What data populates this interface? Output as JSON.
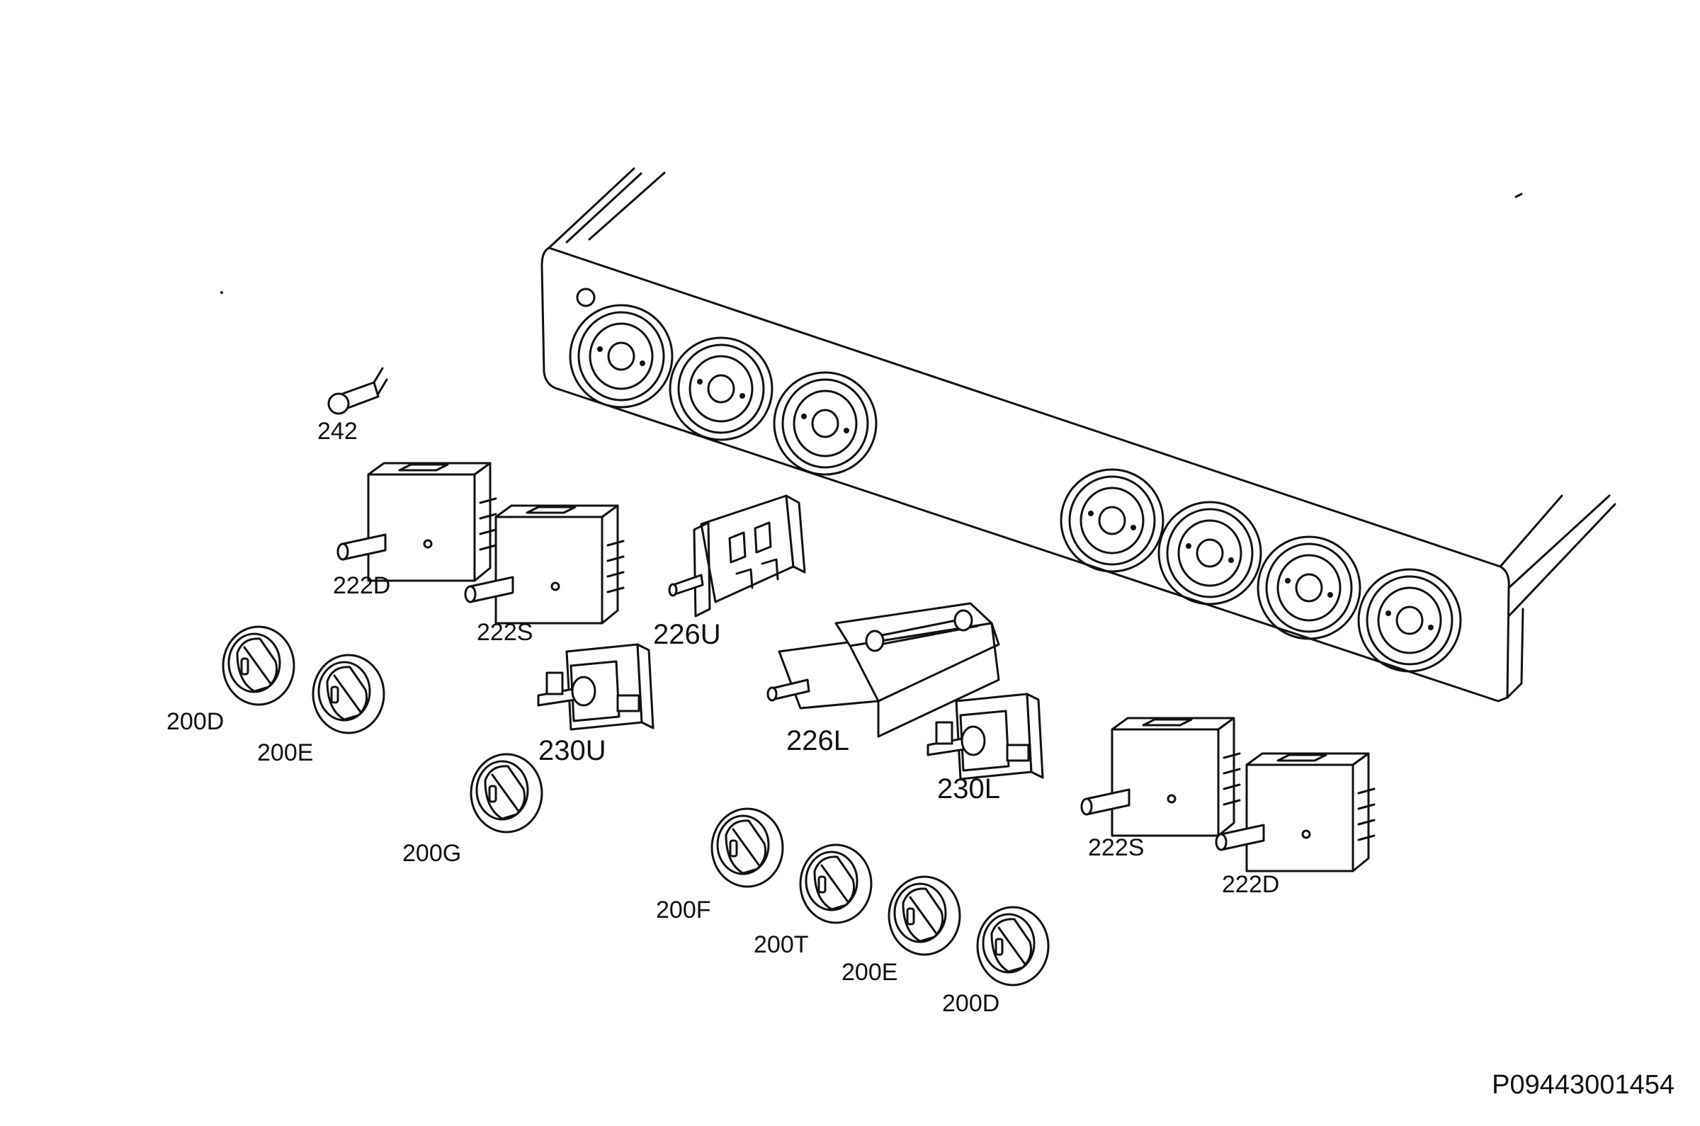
{
  "diagram": {
    "reference_code": "P09443001454",
    "parts": [
      {
        "id": "p242",
        "label": "242"
      },
      {
        "id": "p222D_a",
        "label": "222D"
      },
      {
        "id": "p222S_a",
        "label": "222S"
      },
      {
        "id": "p226U",
        "label": "226U"
      },
      {
        "id": "p200D_a",
        "label": "200D"
      },
      {
        "id": "p200E_a",
        "label": "200E"
      },
      {
        "id": "p230U",
        "label": "230U"
      },
      {
        "id": "p226L",
        "label": "226L"
      },
      {
        "id": "p230L",
        "label": "230L"
      },
      {
        "id": "p222S_b",
        "label": "222S"
      },
      {
        "id": "p222D_b",
        "label": "222D"
      },
      {
        "id": "p200G",
        "label": "200G"
      },
      {
        "id": "p200F",
        "label": "200F"
      },
      {
        "id": "p200T",
        "label": "200T"
      },
      {
        "id": "p200E_b",
        "label": "200E"
      },
      {
        "id": "p200D_b",
        "label": "200D"
      }
    ]
  }
}
